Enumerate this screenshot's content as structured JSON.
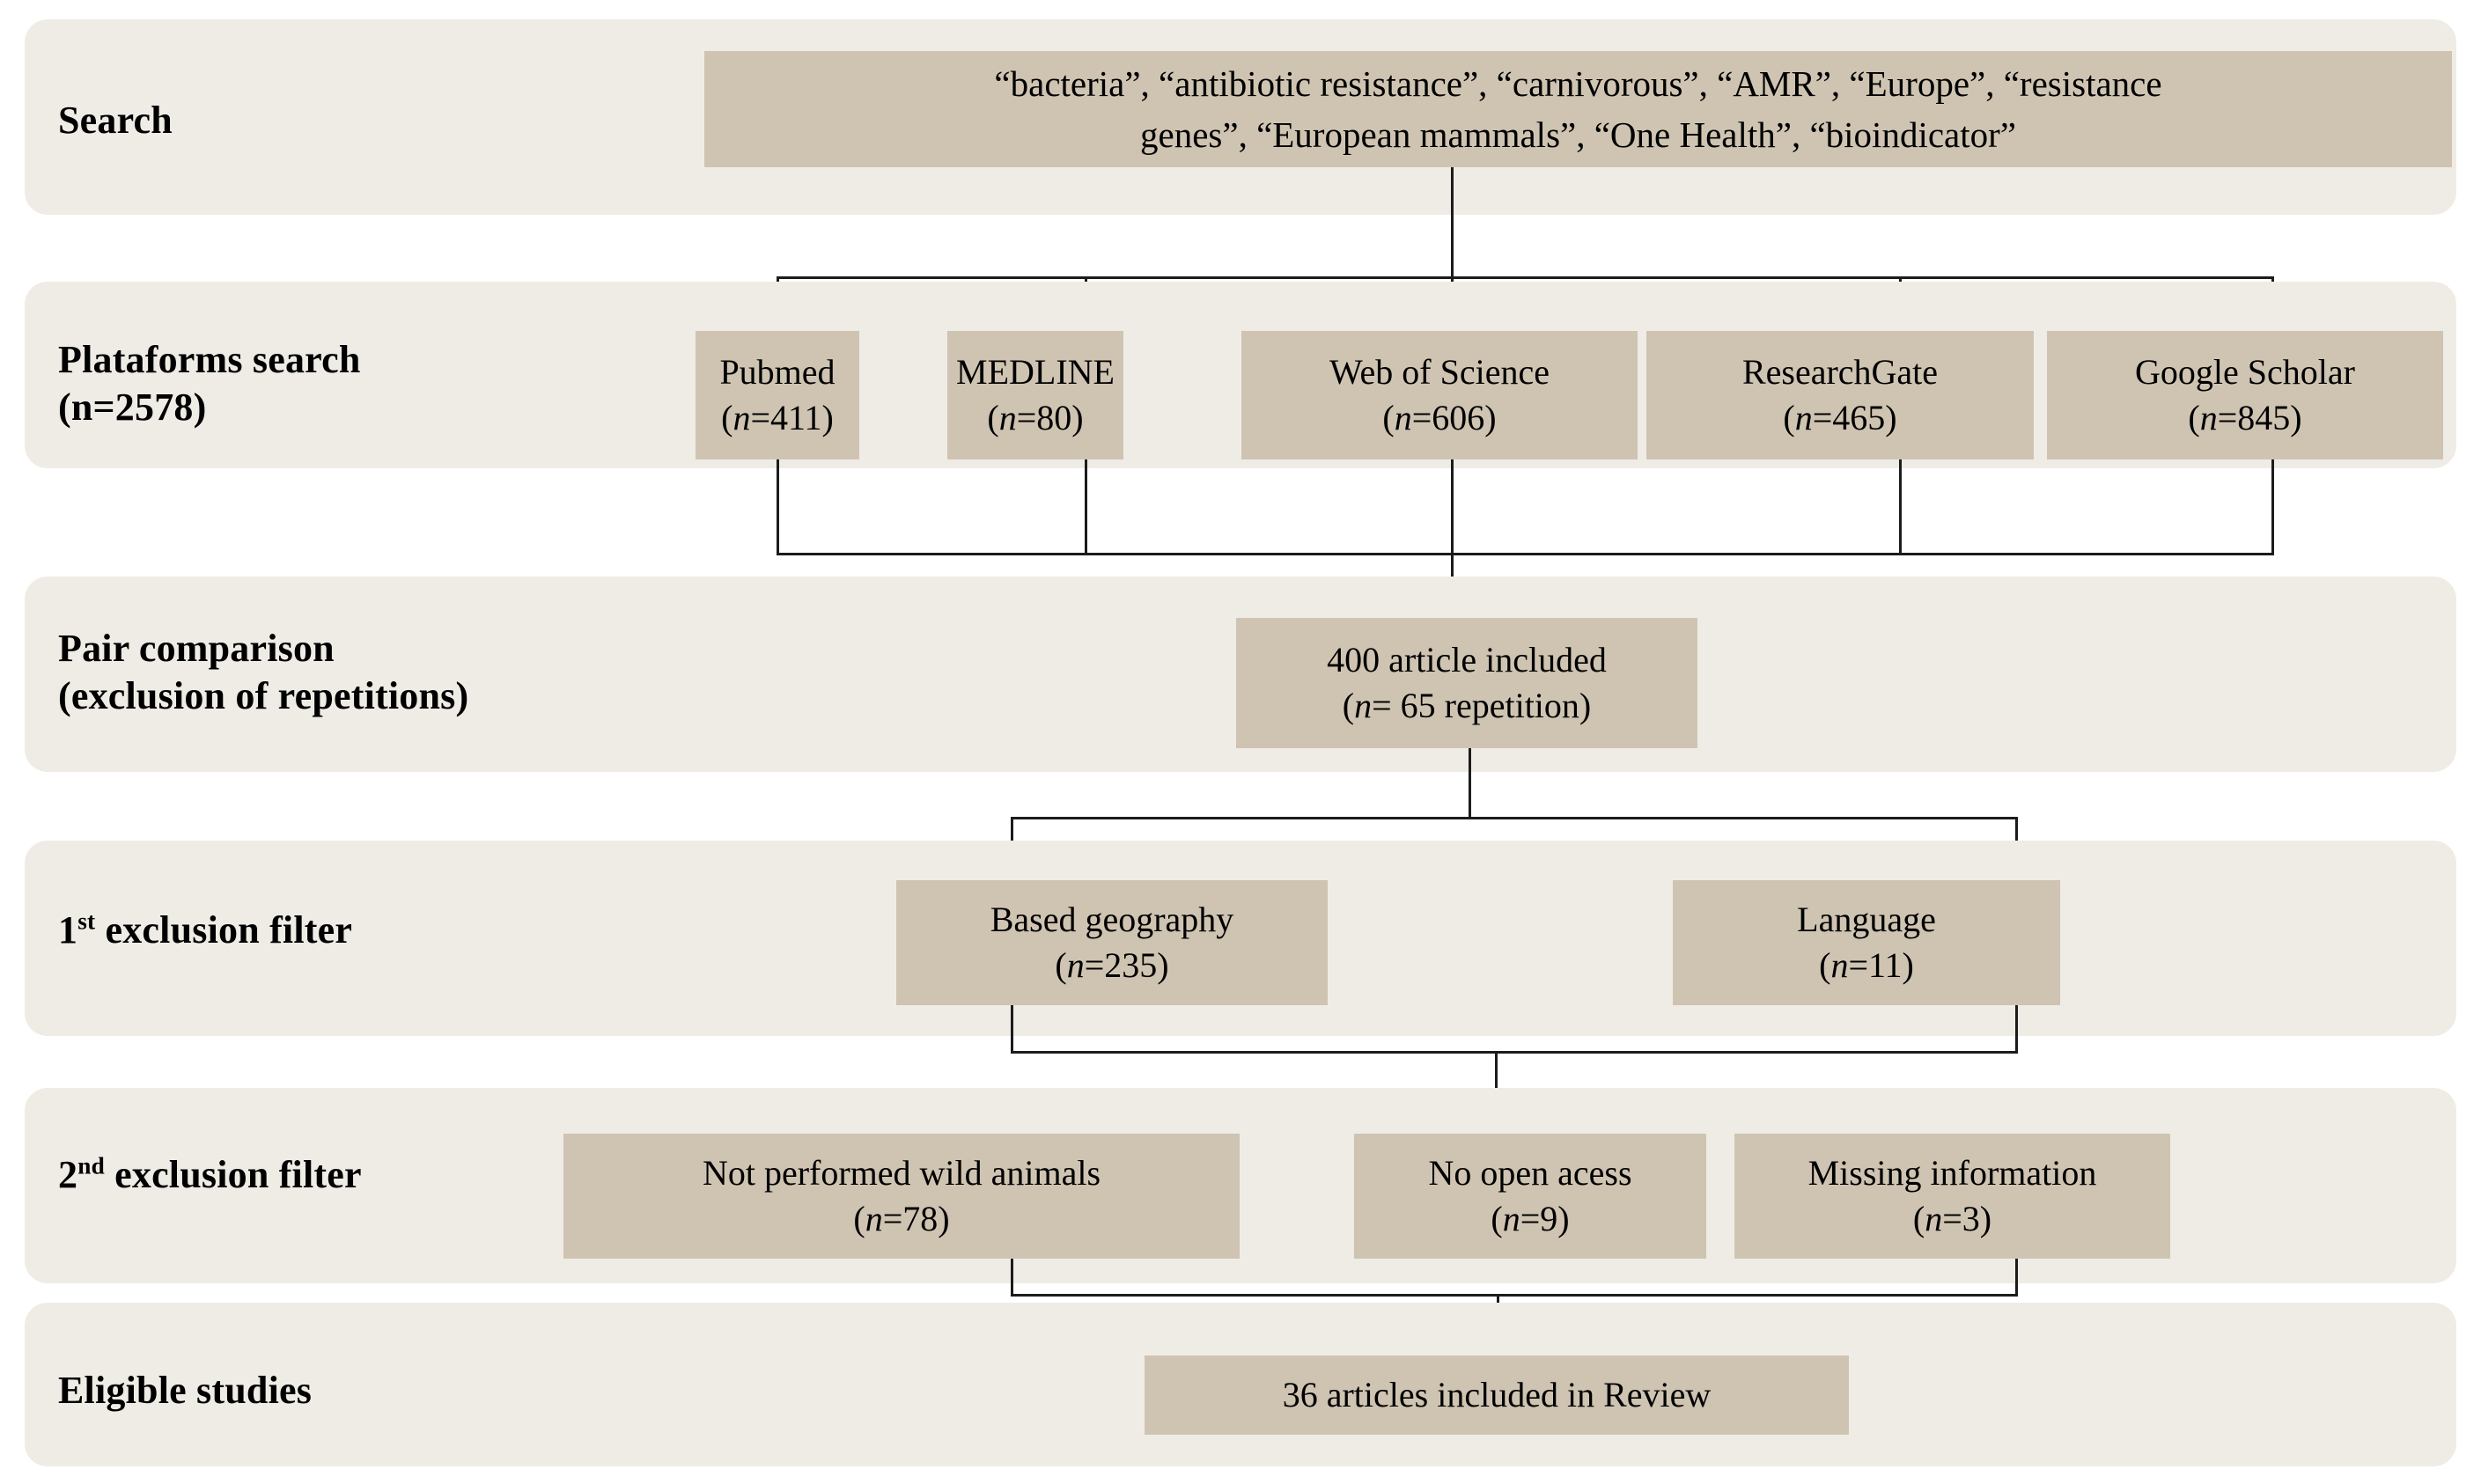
{
  "diagram": {
    "title": "PRISMA literature selection flow",
    "colors": {
      "band": "#efece6",
      "box": "#cfc4b2",
      "line": "#1c1c1c",
      "page": "#ffffff"
    },
    "stages": [
      {
        "id": "search",
        "label": "Search"
      },
      {
        "id": "platforms",
        "label": "Plataforms search\n(n=2578)"
      },
      {
        "id": "pair",
        "label": "Pair comparison\n(exclusion of repetitions)"
      },
      {
        "id": "filter1",
        "label_pre": "1",
        "label_sup": "st",
        "label_post": " exclusion filter"
      },
      {
        "id": "filter2",
        "label_pre": "2",
        "label_sup": "nd",
        "label_post": " exclusion filter"
      },
      {
        "id": "eligible",
        "label": "Eligible  studies"
      }
    ],
    "search_terms_box": {
      "line1": "“bacteria”, “antibiotic resistance”, “carnivorous”, “AMR”, “Europe”, “resistance",
      "line2": "genes”, “European mammals”, “One Health”, “bioindicator”"
    },
    "platforms": [
      {
        "name": "Pubmed",
        "n_prefix": "(",
        "n_italic": "n",
        "n_rest": "=411)",
        "count": 411
      },
      {
        "name": "MEDLINE",
        "n_prefix": "(",
        "n_italic": "n",
        "n_rest": "=80)",
        "count": 80
      },
      {
        "name": "Web of Science",
        "n_prefix": "(",
        "n_italic": "n",
        "n_rest": "=606)",
        "count": 606
      },
      {
        "name": "ResearchGate",
        "n_prefix": "(",
        "n_italic": "n",
        "n_rest": "=465)",
        "count": 465
      },
      {
        "name": "Google Scholar",
        "n_prefix": "(",
        "n_italic": "n",
        "n_rest": "=845)",
        "count": 845
      }
    ],
    "platforms_total": 2578,
    "pair_box": {
      "line1": "400 article included",
      "n_prefix": "(",
      "n_italic": "n",
      "n_rest": "= 65 repetition)",
      "included": 400,
      "repetitions": 65
    },
    "filter1_boxes": [
      {
        "name": "Based geography",
        "n_prefix": "(",
        "n_italic": "n",
        "n_rest": "=235)",
        "count": 235
      },
      {
        "name": "Language",
        "n_prefix": "(",
        "n_italic": "n",
        "n_rest": "=11)",
        "count": 11
      }
    ],
    "filter2_boxes": [
      {
        "name": "Not performed wild animals",
        "n_prefix": "(",
        "n_italic": "n",
        "n_rest": "=78)",
        "count": 78
      },
      {
        "name": "No open acess",
        "n_prefix": "(",
        "n_italic": "n",
        "n_rest": "=9)",
        "count": 9
      },
      {
        "name": "Missing information",
        "n_prefix": "(",
        "n_italic": "n",
        "n_rest": "=3)",
        "count": 3
      }
    ],
    "eligible_box": {
      "text": "36 articles included in Review",
      "count": 36
    }
  }
}
